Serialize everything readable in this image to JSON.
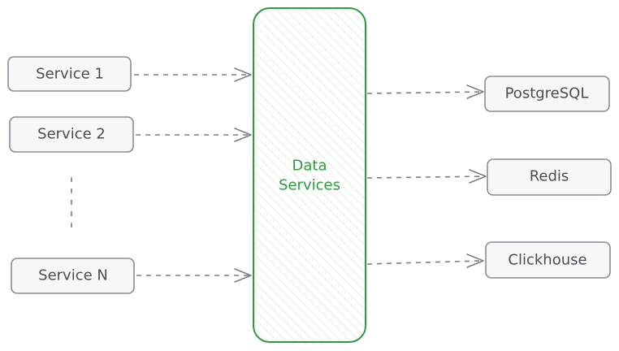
{
  "diagram": {
    "hub": {
      "label_line1": "Data",
      "label_line2": "Services"
    },
    "sources": [
      {
        "label": "Service 1"
      },
      {
        "label": "Service 2"
      },
      {
        "label": "Service N"
      }
    ],
    "targets": [
      {
        "label": "PostgreSQL"
      },
      {
        "label": "Redis"
      },
      {
        "label": "Clickhouse"
      }
    ],
    "colors": {
      "hub_accent": "#2f9a3e",
      "node_stroke": "#8a8d93",
      "node_fill": "#f6f7f9",
      "edge": "#7c7f85"
    }
  }
}
